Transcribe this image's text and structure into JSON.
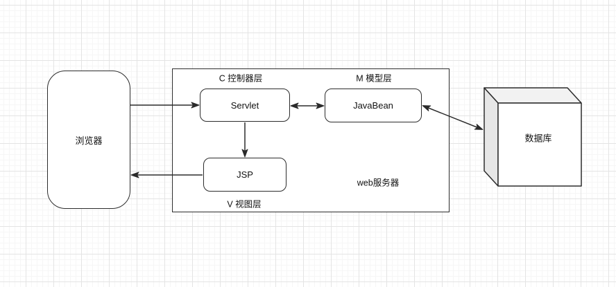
{
  "canvas": {
    "background": "#ffffff",
    "grid_major_color": "#e4e4e4",
    "grid_minor_color": "#f6f6f6"
  },
  "colors": {
    "stroke": "#2b2b2b",
    "node_fill": "#ffffff",
    "cube_top": "#f2f2f2",
    "cube_side": "#e6e6e6",
    "cube_front": "#ffffff"
  },
  "nodes": {
    "browser": {
      "label": "浏览器"
    },
    "servlet": {
      "label": "Servlet"
    },
    "javabean": {
      "label": "JavaBean"
    },
    "jsp": {
      "label": "JSP"
    },
    "database": {
      "label": "数据库"
    }
  },
  "labels": {
    "controller_layer": "C 控制器层",
    "model_layer": "M 模型层",
    "view_layer": "V 视图层",
    "web_server": "web服务器"
  },
  "connections": [
    {
      "from": "browser",
      "to": "servlet",
      "direction": "one-way"
    },
    {
      "from": "servlet",
      "to": "javabean",
      "direction": "two-way"
    },
    {
      "from": "servlet",
      "to": "jsp",
      "direction": "one-way"
    },
    {
      "from": "jsp",
      "to": "browser",
      "direction": "one-way"
    },
    {
      "from": "javabean",
      "to": "database",
      "direction": "two-way"
    }
  ]
}
